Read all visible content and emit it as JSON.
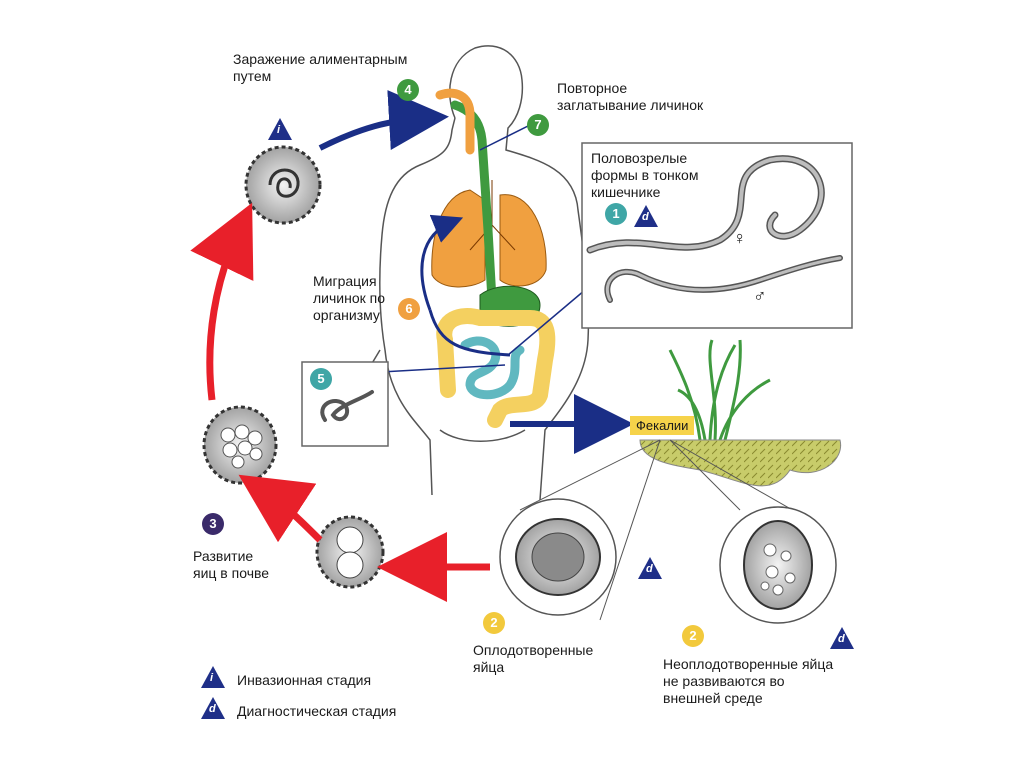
{
  "labels": {
    "infection": [
      "Заражение алиментарным",
      "путем"
    ],
    "reswallow": [
      "Повторное",
      "заглатывание личинок"
    ],
    "adults": [
      "Половозрелые",
      "формы в тонком",
      "кишечнике"
    ],
    "migration": [
      "Миграция",
      "личинок по",
      "организму"
    ],
    "feces": "Фекалии",
    "development": [
      "Развитие",
      "яиц в почве"
    ],
    "fertilized": [
      "Оплодотворенные",
      "яйца"
    ],
    "unfertilized": [
      "Неоплодотворенные яйца",
      "не развиваются во",
      "внешней среде"
    ]
  },
  "badges": {
    "b1": "1",
    "b2a": "2",
    "b2b": "2",
    "b3": "3",
    "b4": "4",
    "b5": "5",
    "b6": "6",
    "b7": "7"
  },
  "stage_marks": {
    "invasive": "i",
    "diagnostic": "d"
  },
  "sex_symbols": {
    "female": "♀",
    "male": "♂"
  },
  "legend": {
    "invasive_label": "Инвазионная стадия",
    "diagnostic_label": "Диагностическая стадия"
  },
  "colors": {
    "blue_arrow": "#1a2e86",
    "red_arrow": "#e8202a",
    "green_badge": "#3f9a3f",
    "orange_badge": "#f0a040",
    "yellow_badge": "#f2c93c",
    "purple_badge": "#3a2a6a",
    "teal_badge": "#3fa6a6",
    "triangle": "#1f2f88",
    "lungs": "#f0a040",
    "intestine_large": "#f4d060",
    "intestine_small": "#60b8c0",
    "esophagus": "#3f9a3f",
    "feces_box": "#f6d34a"
  }
}
